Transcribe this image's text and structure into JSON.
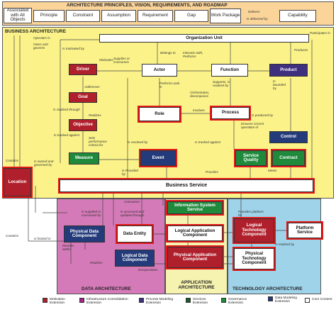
{
  "header": {
    "title": "ARCHITECTURE PRINCIPLES, VISION, REQUIREMENTS, AND ROADMAP",
    "cells": [
      "Associated with All Objects",
      "Principle",
      "Constraint",
      "Assumption",
      "Requirement",
      "Gap",
      "Work Package",
      "Capability"
    ],
    "delivers_label": "Delivers",
    "is_delivered_by_label": "Is delivered by"
  },
  "business": {
    "title": "BUSINESS ARCHITECTURE",
    "participates_label": "Participates in",
    "org_unit": "Organization Unit",
    "actor": "Actor",
    "function": "Function",
    "product": "Product",
    "driver": "Driver",
    "goal": "Goal",
    "objective": "Objective",
    "measure": "Measure",
    "role": "Role",
    "process": "Process",
    "control": "Control",
    "event": "Event",
    "service_quality": "Service Quality",
    "contract": "Contract",
    "location": "Location",
    "business_service": "Business Service"
  },
  "relations": {
    "operates_in": "Operates in",
    "owns_governs": "Owns and governs",
    "is_motivated_by": "Is motivated by",
    "motivates": "Motivates",
    "addresses": "Addresses",
    "is_realized_through": "Is realized through",
    "realizes": "Realizes",
    "is_tracked_against": "Is tracked against",
    "sets_criteria": "Sets performance criteria for",
    "is_owned_governed": "Is owned and governed by",
    "contains": "Contains",
    "supplies": "Supplies or Consumes",
    "belongs_to": "Belongs to",
    "contains2": "Contains",
    "interacts": "Interacts with, Performs",
    "performs": "Performs task in",
    "orchestrates": "Orchestrates, decomposes",
    "supports": "Supports, is realized by",
    "involves": "Involves",
    "produces": "Produces",
    "is_produced_by": "Is produced by",
    "is_bounded_by": "Is bounded by",
    "ensures_correct": "Ensures correct operation of",
    "is_resolved_by": "Is resolved by",
    "is_tracked": "Is tracked against",
    "meets": "Meets",
    "provides": "Provides",
    "is_provided_by": "Is Provided by",
    "consumes": "Consumes",
    "is_supplied_consumed": "Is supplied or consumed by",
    "is_accessed_updated": "Is accessed and updated through",
    "is_hosted_in": "Is hosted in",
    "resides_within": "Resides within",
    "realizes2": "Realizes",
    "encapsulates": "Encapsulates",
    "provides_platform": "Provides platform for",
    "is_realized_by": "Is realized by"
  },
  "data": {
    "title": "DATA ARCHITECTURE",
    "physical_data_component": "Physical Data Component",
    "data_entity": "Data Entity",
    "logical_data_component": "Logical Data Component"
  },
  "application": {
    "title": "APPLICATION ARCHITECTURE",
    "information_system_service": "Information System Service",
    "logical_application_component": "Logical Application Component",
    "physical_application_component": "Physical Application Component"
  },
  "technology": {
    "title": "TECHNOLOGY ARCHITECTURE",
    "logical_technology_component": "Logical Technology Component",
    "platform_service": "Platform Service",
    "physical_technology_component": "Physical Technology Component"
  },
  "legend": [
    {
      "label": "Motivation Extension",
      "color": "#b0202c"
    },
    {
      "label": "Infrastructure Consolidation Extension",
      "color": "#a8208a"
    },
    {
      "label": "Process Modeling Extension",
      "color": "#3e2f7f"
    },
    {
      "label": "Services Extension",
      "color": "#1a5a2a"
    },
    {
      "label": "Governance Extension",
      "color": "#1f8a3c"
    },
    {
      "label": "Data Modeling Extension",
      "color": "#233b7a"
    },
    {
      "label": "Core Content",
      "color": "#ffffff"
    }
  ],
  "colors": {
    "header_bg": "#fbd49a",
    "business_bg": "#fbf38a",
    "data_bg": "#d57ab8",
    "app_bg": "#f6f3b0",
    "tech_bg": "#9fd3ea",
    "highlight": "#e21818"
  }
}
